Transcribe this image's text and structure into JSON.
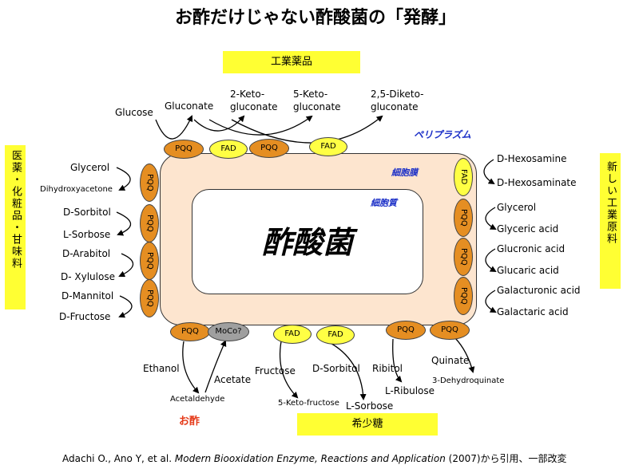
{
  "title": "お酢だけじゃない酢酸菌の「発酵」",
  "labels": {
    "industrial": "工業薬品",
    "pharma": "医薬・化粧品・甘味料",
    "new_industrial": "新しい工業原料",
    "vinegar": "お酢",
    "rare_sugar": "希少糖",
    "periplasm": "ペリプラズム",
    "membrane": "細胞膜",
    "cytoplasm": "細胞質",
    "bacteria": "酢酸菌"
  },
  "enzymes": {
    "pqq": "PQQ",
    "fad": "FAD",
    "moco": "MoCo?"
  },
  "top_compounds": {
    "glucose": "Glucose",
    "gluconate": "Gluconate",
    "keto2_a": "2-Keto-",
    "keto2_b": "gluconate",
    "keto5_a": "5-Keto-",
    "keto5_b": "gluconate",
    "diketo_a": "2,5-Diketo-",
    "diketo_b": "gluconate"
  },
  "left_compounds": {
    "glycerol": "Glycerol",
    "dha": "Dihydroxyacetone",
    "d_sorbitol": "D-Sorbitol",
    "l_sorbose": "L-Sorbose",
    "d_arabitol": "D-Arabitol",
    "d_xylulose": "D- Xylulose",
    "d_mannitol": "D-Mannitol",
    "d_fructose": "D-Fructose"
  },
  "right_compounds": {
    "d_hexosamine": "D-Hexosamine",
    "d_hexosaminate": "D-Hexosaminate",
    "glycerol": "Glycerol",
    "glyceric_acid": "Glyceric acid",
    "glucronic_acid": "Glucronic acid",
    "glucaric_acid": "Glucaric acid",
    "galacturonic_acid": "Galacturonic acid",
    "galactaric_acid": "Galactaric acid"
  },
  "bottom_compounds": {
    "ethanol": "Ethanol",
    "acetate": "Acetate",
    "acetaldehyde": "Acetaldehyde",
    "fructose": "Fructose",
    "keto_fructose": "5-Keto-fructose",
    "d_sorbitol": "D-Sorbitol",
    "l_sorbose": "L-Sorbose",
    "ribitol": "Ribitol",
    "l_ribulose": "L-Ribulose",
    "quinate": "Quinate",
    "dehydroquinate": "3-Dehydroquinate"
  },
  "citation": {
    "authors": "Adachi O., Ano Y, et al. ",
    "book": "Modern Biooxidation Enzyme, Reactions and Application",
    "tail": " (2007)から引用、一部改変"
  }
}
